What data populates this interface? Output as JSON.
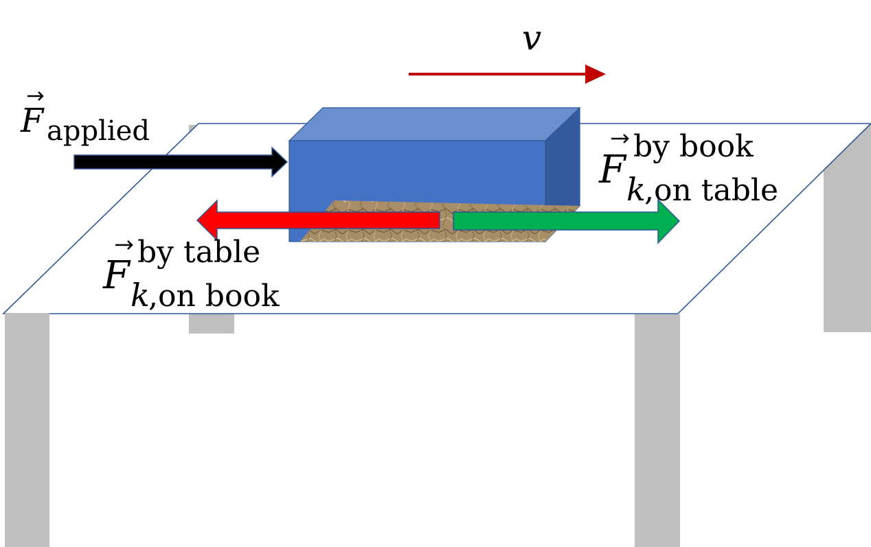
{
  "diagram": {
    "velocity": {
      "symbol": "v",
      "color": "#C00000"
    },
    "applied_force": {
      "symbol": "F",
      "subscript": "applied",
      "color": "#000000"
    },
    "friction_on_table": {
      "symbol": "F",
      "superscript": "by book",
      "subscript_var": "k",
      "subscript_text": ",on table",
      "color": "#00B050"
    },
    "friction_on_book": {
      "symbol": "F",
      "superscript": "by table",
      "subscript_var": "k",
      "subscript_text": ",on book",
      "color": "#FF0000"
    },
    "colors": {
      "book_front": "#4472C4",
      "book_top": "#6A8FCF",
      "book_side": "#345BA0",
      "table_leg": "#BFBFBF",
      "table_outline": "#2F5597",
      "rough_surface": "#A88E66"
    }
  }
}
